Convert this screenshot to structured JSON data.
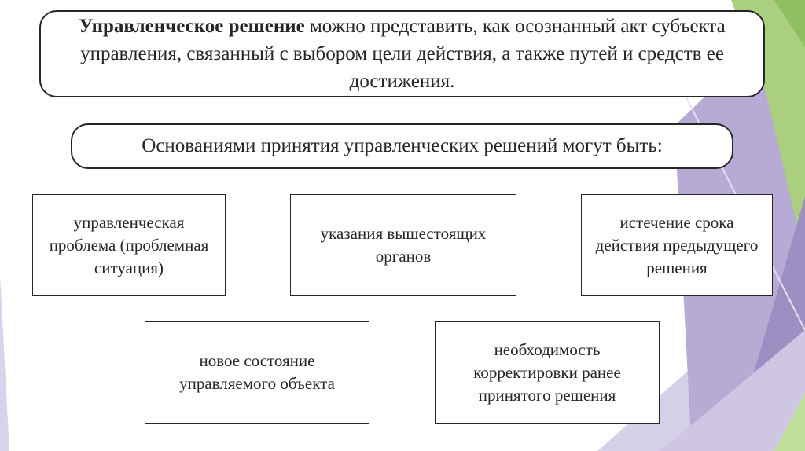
{
  "slide": {
    "definition": {
      "term": "Управленческое решение",
      "text": " можно представить, как осознанный акт субъекта управления, связанный с выбором цели действия, а также путей и средств ее достижения."
    },
    "basis_heading": "Основаниями принятия управленческих решений могут быть:",
    "items": [
      {
        "label": "управленческая проблема (проблемная ситуация)"
      },
      {
        "label": "указания вышестоящих органов"
      },
      {
        "label": "истечение срока действия предыдущего решения"
      },
      {
        "label": "новое состояние управляемого объекта"
      },
      {
        "label": "необходимость корректировки ранее принятого решения"
      }
    ]
  },
  "colors": {
    "background": "#ffffff",
    "text": "#262626",
    "accent_green": "#a9cf7f",
    "accent_purple": "#9e8fc2",
    "accent_lavender": "#cfc6e3"
  }
}
